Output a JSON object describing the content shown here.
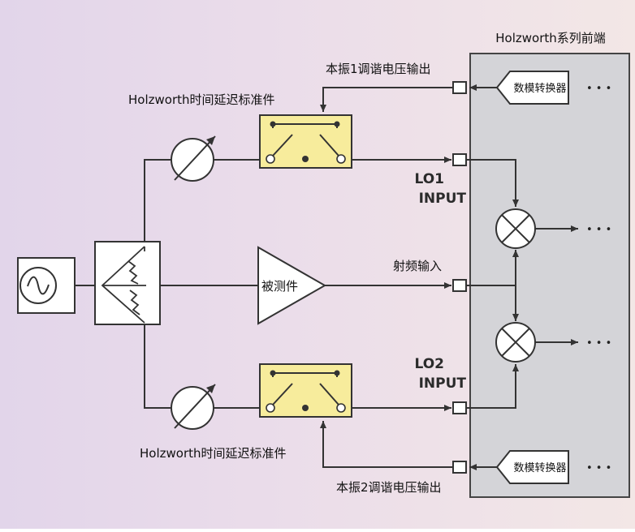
{
  "frontend_title": "Holzworth系列前端",
  "lo1_tune_output": "本振1调谐电压输出",
  "lo2_tune_output": "本振2调谐电压输出",
  "delay_std_top": "Holzworth时间延迟标准件",
  "delay_std_bottom": "Holzworth时间延迟标准件",
  "lo1_input_line1": "LO1",
  "lo1_input_line2": "INPUT",
  "lo2_input_line1": "LO2",
  "lo2_input_line2": "INPUT",
  "rf_input": "射频输入",
  "dut": "被测件",
  "dac_top": "数模转换器",
  "dac_bottom": "数模转换器",
  "continuation": "• • •",
  "colors": {
    "frontend_fill": "#d4d4d8",
    "delay_box_fill": "#f7ec9c",
    "line": "#3a3a3a"
  }
}
